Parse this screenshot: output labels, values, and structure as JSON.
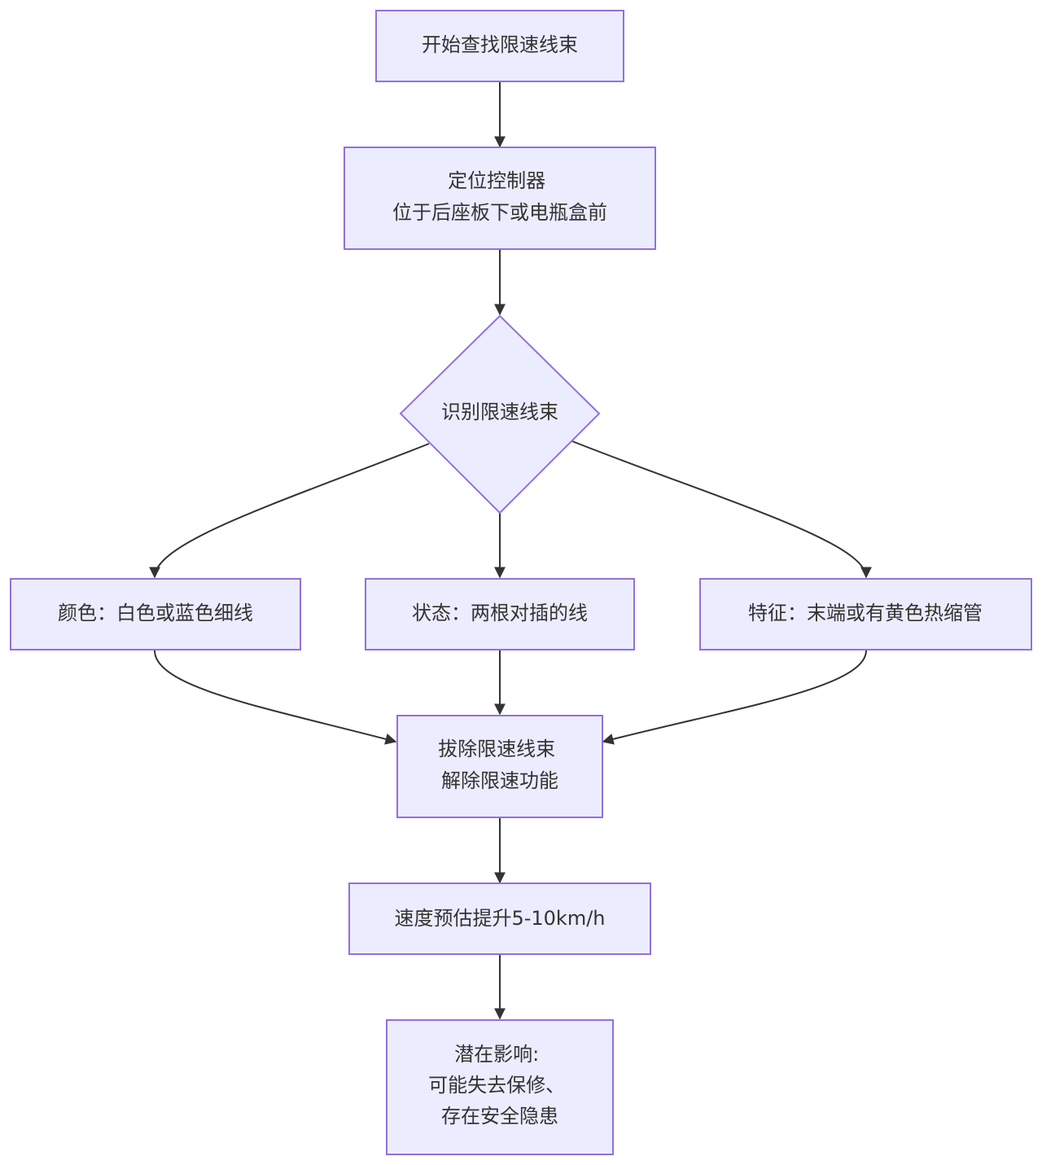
{
  "diagram": {
    "colors": {
      "node_fill": "#ECECFF",
      "node_stroke": "#9370DB",
      "edge": "#333333",
      "text": "#333333"
    },
    "nodes": {
      "start": {
        "lines": [
          "开始查找限速线束"
        ]
      },
      "locate": {
        "lines": [
          "定位控制器",
          "位于后座板下或电瓶盒前"
        ]
      },
      "identify": {
        "lines": [
          "识别限速线束"
        ]
      },
      "color": {
        "lines": [
          "颜色：白色或蓝色细线"
        ]
      },
      "state": {
        "lines": [
          "状态：两根对插的线"
        ]
      },
      "feature": {
        "lines": [
          "特征：末端或有黄色热缩管"
        ]
      },
      "remove": {
        "lines": [
          "拔除限速线束",
          "解除限速功能"
        ]
      },
      "speed": {
        "lines": [
          "速度预估提升5-10km/h"
        ]
      },
      "impact": {
        "lines": [
          "潜在影响:",
          "可能失去保修、",
          "存在安全隐患"
        ]
      }
    }
  }
}
